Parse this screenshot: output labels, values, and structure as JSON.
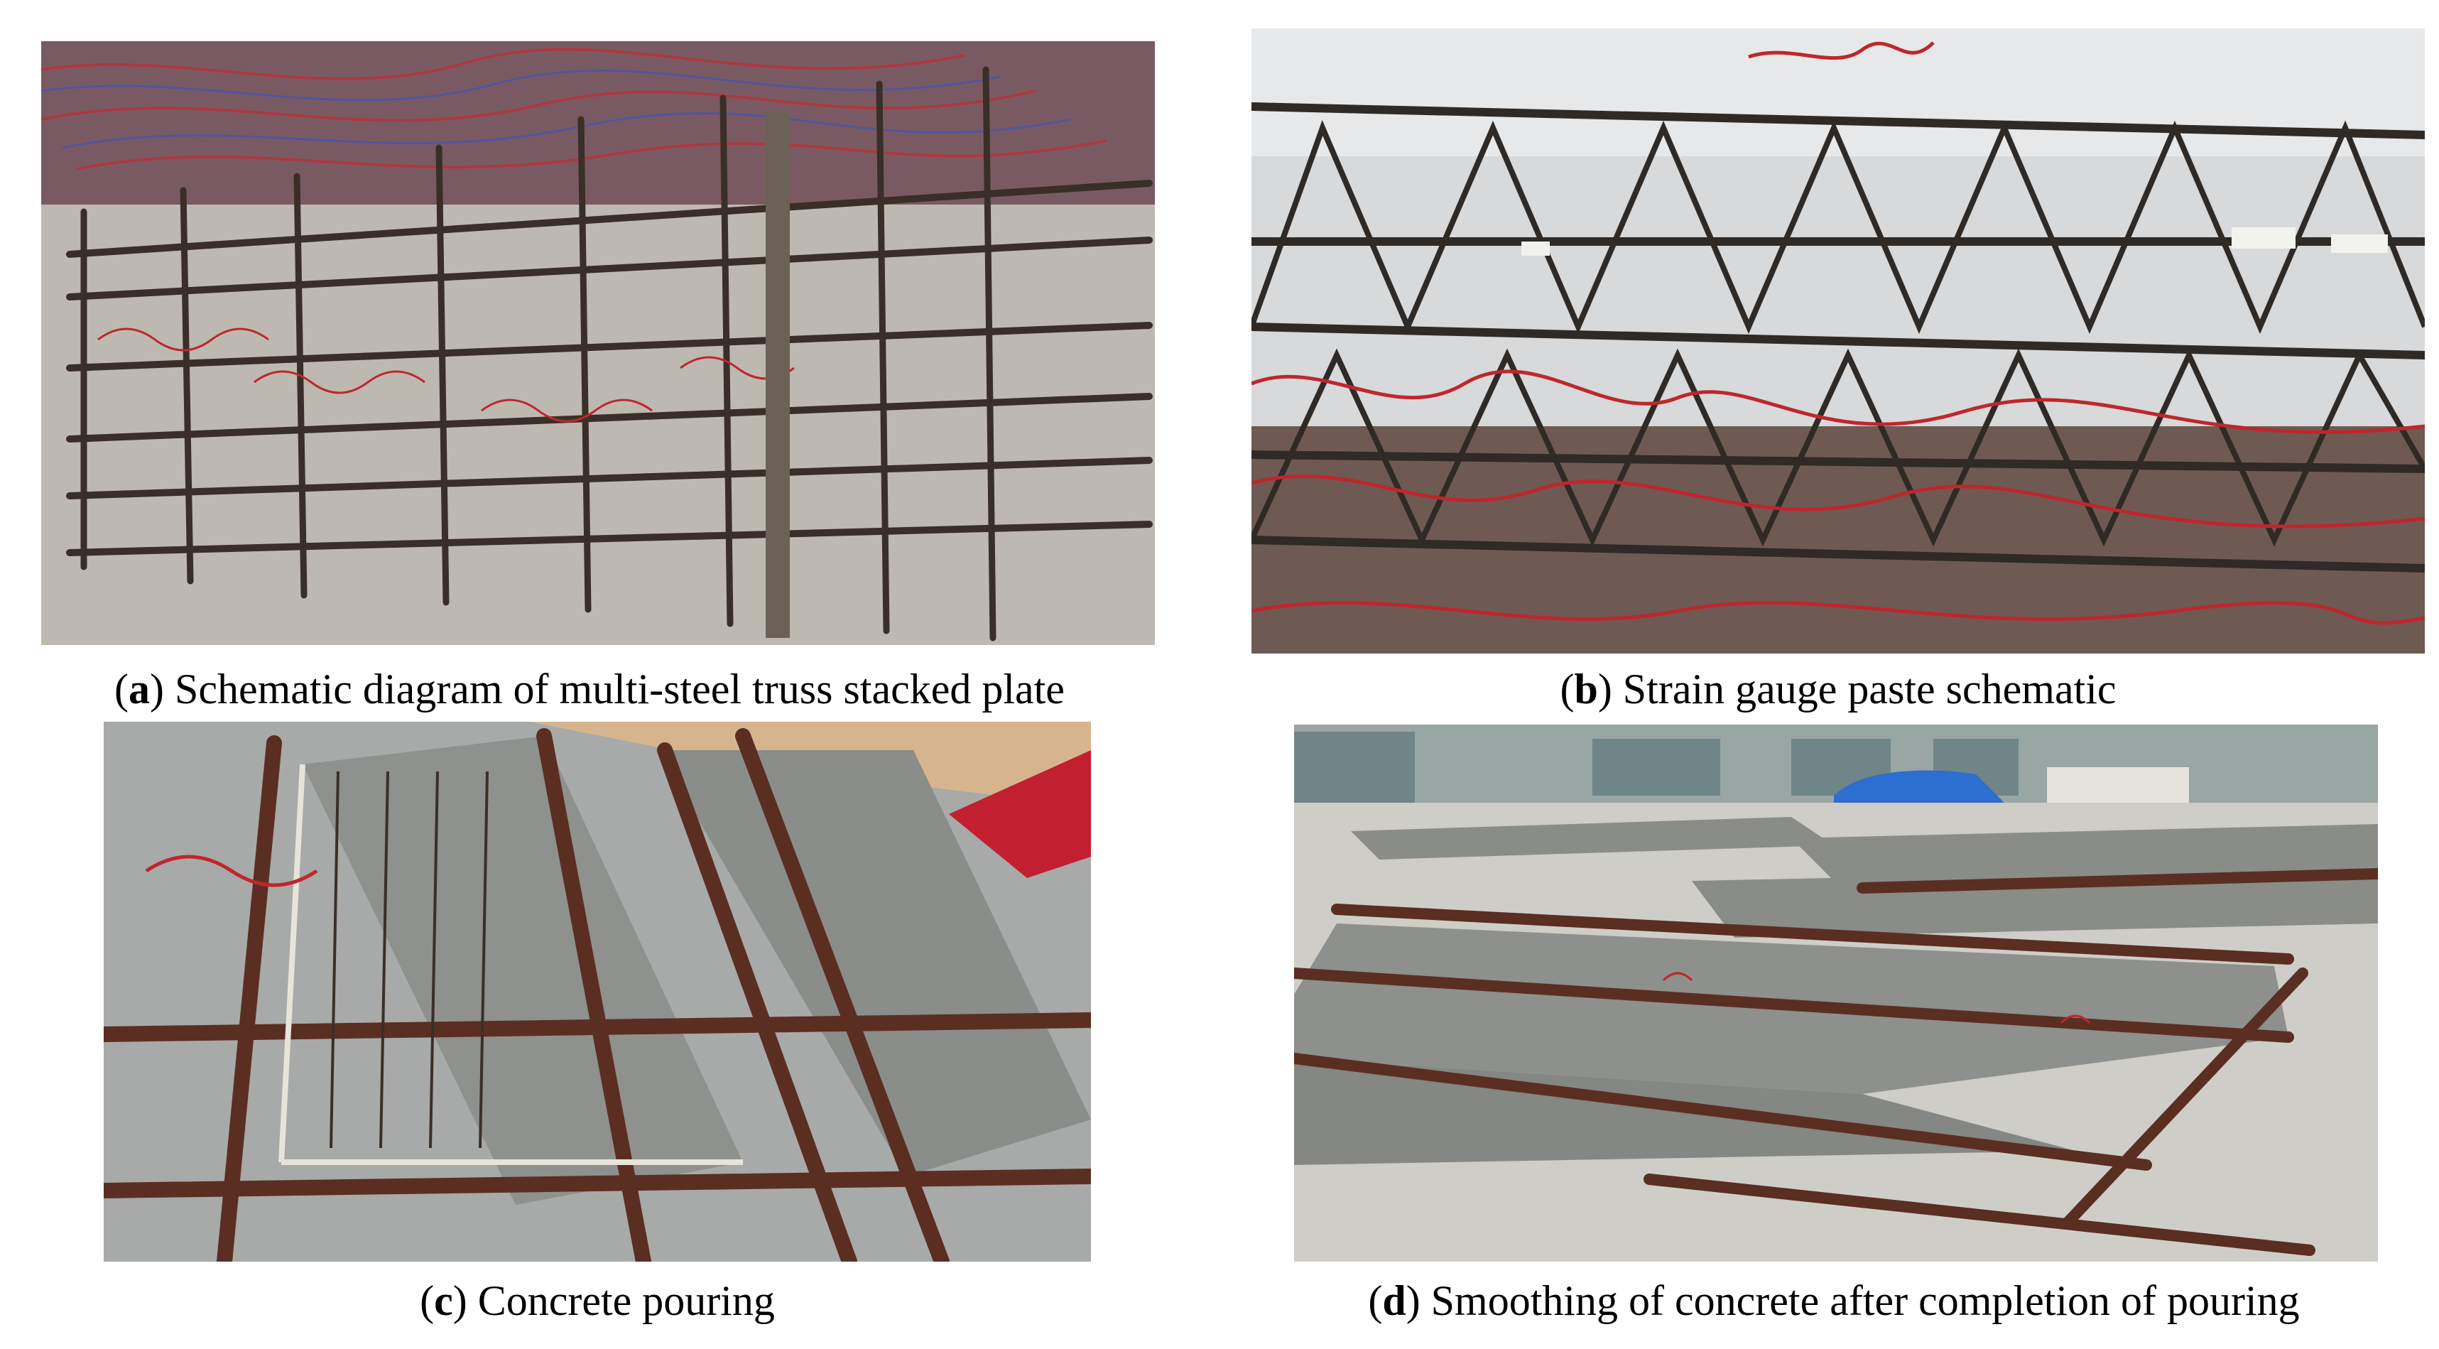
{
  "panels": [
    {
      "letter": "a",
      "text": " Schematic diagram of multi-steel truss stacked plate",
      "photo_icon": "rebar-truss-cage-photo"
    },
    {
      "letter": "b",
      "text": " Strain gauge paste schematic",
      "photo_icon": "strain-gauge-wiring-photo"
    },
    {
      "letter": "c",
      "text": " Concrete pouring",
      "photo_icon": "concrete-pouring-photo"
    },
    {
      "letter": "d",
      "text": " Smoothing of concrete after completion of pouring",
      "photo_icon": "smoothed-concrete-slabs-photo"
    }
  ],
  "colors": {
    "rebar": "#3a2f28",
    "wire_red": "#c0262c",
    "wire_blue": "#3a56b8",
    "concrete": "#8e918d",
    "ground": "#c9c6bf",
    "formwork_rust": "#5b2e22",
    "tarp_blue": "#2c6fd0",
    "sky": "#e6e8ea"
  }
}
